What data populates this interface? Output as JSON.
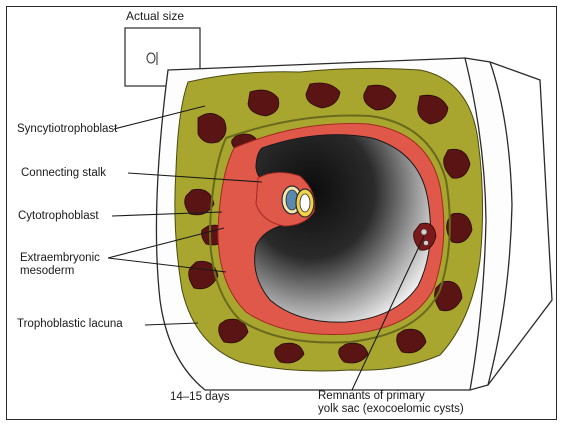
{
  "figure": {
    "actual_size": "Actual size",
    "labels": {
      "syncytiotrophoblast": "Syncytiotrophoblast",
      "connecting_stalk": "Connecting stalk",
      "cytotrophoblast": "Cytotrophoblast",
      "extraembryonic_line1": "Extraembryonic",
      "extraembryonic_line2": "mesoderm",
      "trophoblastic_lacuna": "Trophoblastic lacuna",
      "days": "14–15 days",
      "remnants_line1": "Remnants of primary",
      "remnants_line2": "yolk sac (exocoelomic cysts)"
    }
  },
  "colors": {
    "syncytiotrophoblast": "#a8a62e",
    "lacuna": "#5a1414",
    "mesoderm": "#e0584a",
    "cavity": "#141414",
    "outline": "#2a2a2a"
  }
}
